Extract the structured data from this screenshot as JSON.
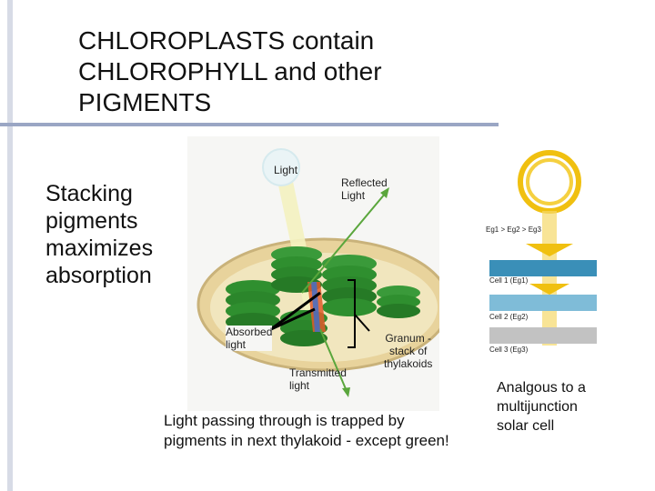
{
  "slide": {
    "title": "CHLOROPLASTS contain\nCHLOROPHYLL and other\nPIGMENTS",
    "side_text": "Stacking\npigments\nmaximizes\nabsorption",
    "caption": "Light passing through is trapped by pigments in next thylakoid - except green!",
    "cell_caption": "Analgous to a\nmultijunction\nsolar cell"
  },
  "diagram": {
    "light": "Light",
    "reflected": "Reflected\nLight",
    "absorbed": "Absorbed\nlight",
    "transmitted": "Transmitted\nlight",
    "granum": "Granum -\nstack of\nthylakoids"
  },
  "cell_figure": {
    "bandgap": "Eg1 > Eg2 > Eg3",
    "cell1": "Cell 1 (Eg1)",
    "cell2": "Cell 2 (Eg2)",
    "cell3": "Cell 3 (Eg3)"
  },
  "colors": {
    "accent_rule": "#9aa6c4",
    "granum_green": "#2f8f2f",
    "light_beam": "#f4f2c0",
    "reflected_arrow": "#5aa63c",
    "cell_blue": "#3a8fb8",
    "cell_light_blue": "#7fbcd8",
    "cell_grey": "#c2c2c2",
    "cell_yellow": "#f0c010"
  }
}
